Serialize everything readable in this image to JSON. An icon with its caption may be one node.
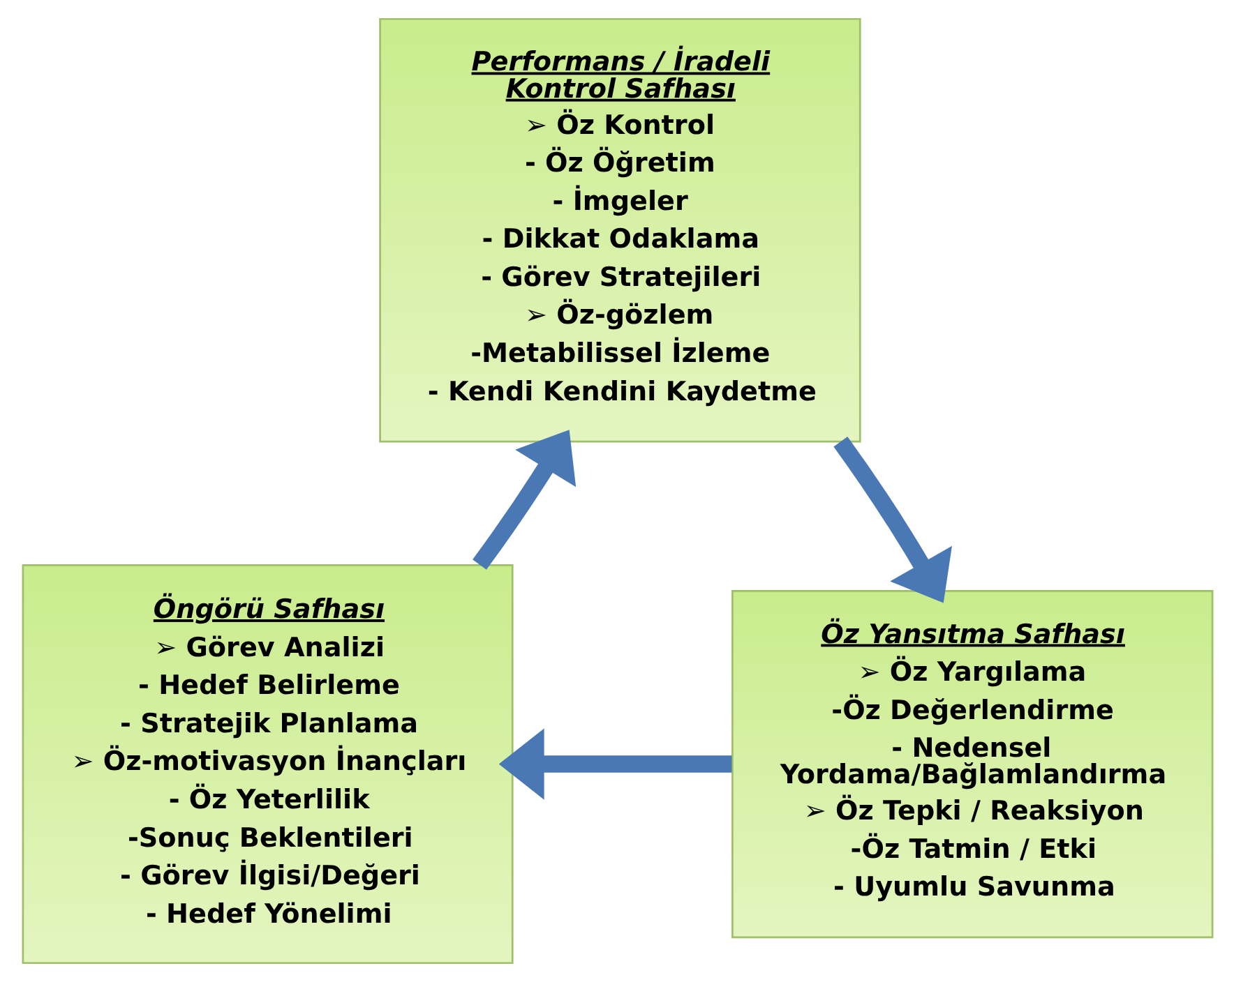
{
  "diagram": {
    "nodes": [
      {
        "text": [
          "Performans / İradeli Kontrol Safhası",
          "➢ Öz Kontrol",
          "- Öz Öğretim",
          "- İmgeler",
          "- Dikkat Odaklama",
          "- Görev Stratejileri",
          "➢ Öz-gözlem",
          "-Metabilissel İzleme",
          "- Kendi Kendini Kaydetme"
        ]
      },
      {
        "text": [
          "Öngörü Safhası",
          "➢ Görev Analizi",
          "- Hedef Belirleme",
          "- Stratejik Planlama",
          "➢ Öz-motivasyon İnançları",
          "- Öz Yeterlilik",
          "-Sonuç Beklentileri",
          "- Görev İlgisi/Değeri",
          "- Hedef Yönelimi"
        ]
      },
      {
        "text": [
          "Öz Yansıtma Safhası",
          "➢ Öz Yargılama",
          "-Öz Değerlendirme",
          "- Nedensel Yordama/Bağlamlandırma",
          "➢ Öz Tepki / Reaksiyon",
          "-Öz Tatmin / Etki",
          "- Uyumlu Savunma"
        ]
      }
    ],
    "edges": [
      {
        "from": 1,
        "to": 0,
        "arrow": "to"
      },
      {
        "from": 0,
        "to": 2,
        "arrow": "to"
      },
      {
        "from": 2,
        "to": 1,
        "arrow": "to"
      }
    ]
  }
}
